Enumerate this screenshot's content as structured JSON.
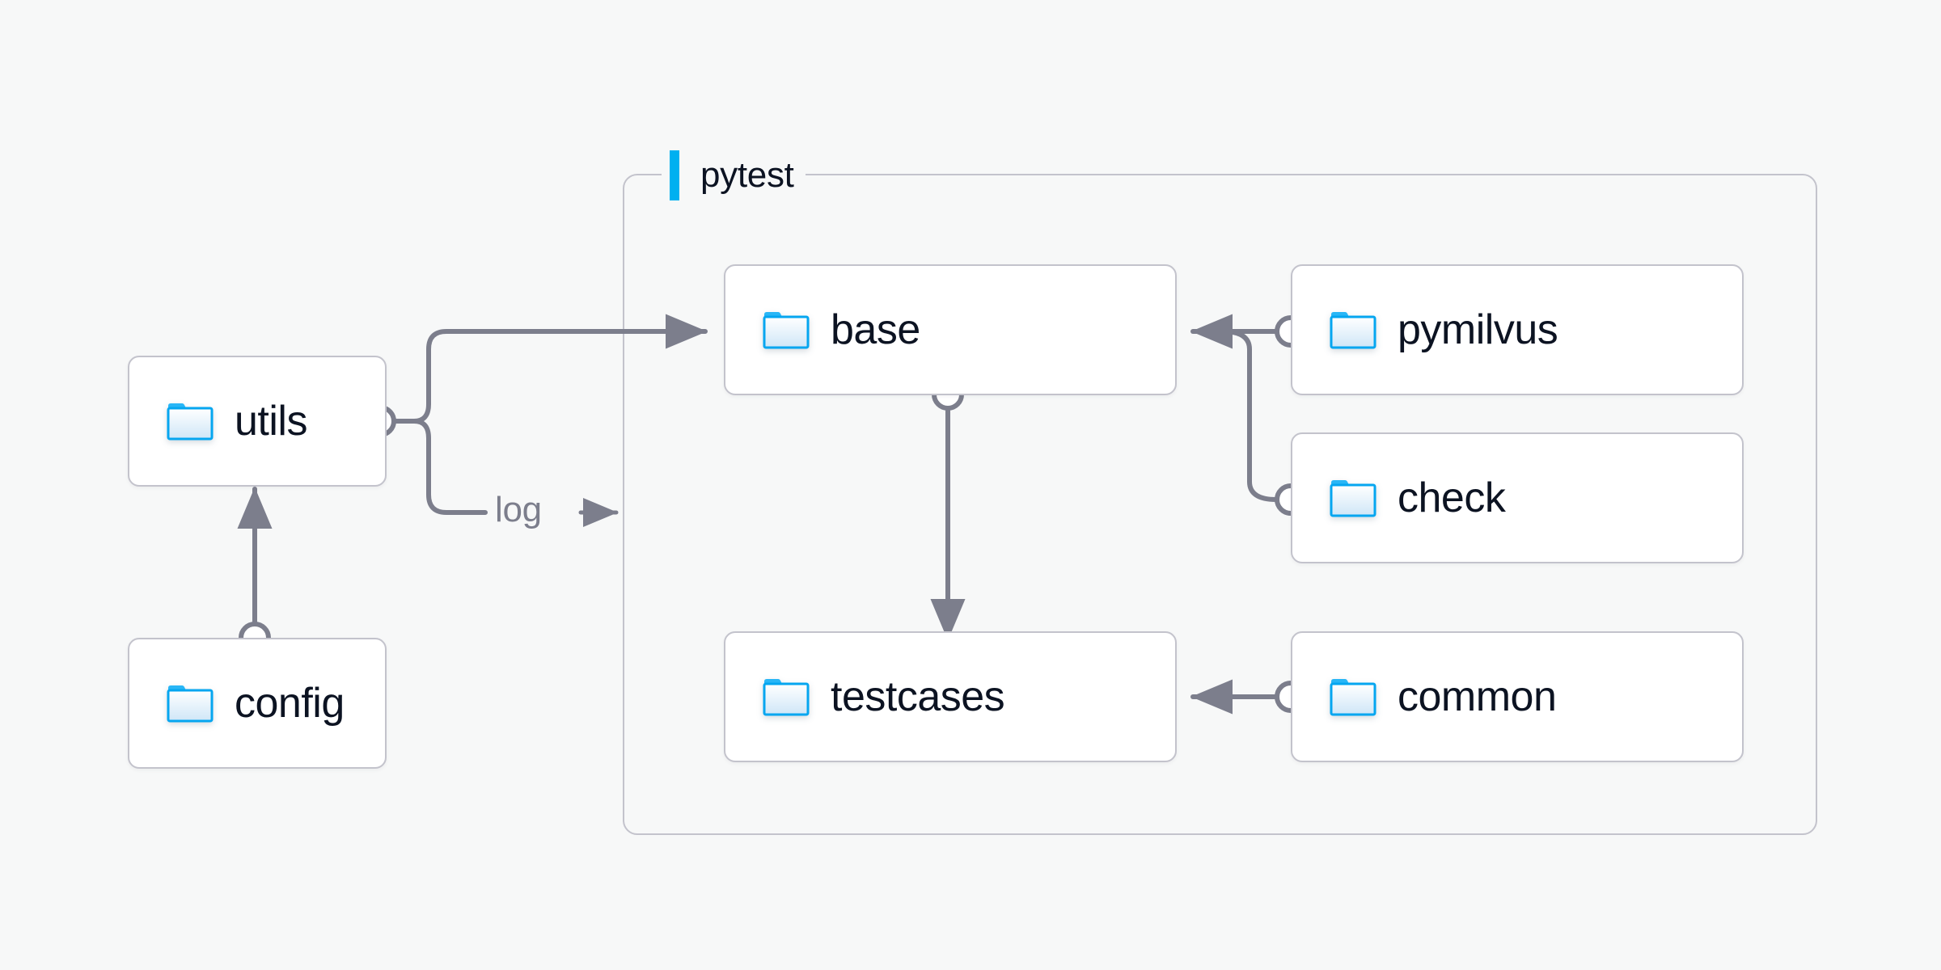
{
  "diagram": {
    "title_group": {
      "label": "pytest",
      "accent_color": "#00b0f0"
    },
    "background_color": "#f7f8f8",
    "node_border_color": "#c3c3cc",
    "node_fill_color": "#ffffff",
    "node_text_color": "#0c1322",
    "connector_color": "#7c7e8c",
    "folder_icon_color": "#29b6f6",
    "nodes": [
      {
        "id": "utils",
        "label": "utils",
        "icon": "folder-icon"
      },
      {
        "id": "config",
        "label": "config",
        "icon": "folder-icon"
      },
      {
        "id": "base",
        "label": "base",
        "icon": "folder-icon"
      },
      {
        "id": "testcases",
        "label": "testcases",
        "icon": "folder-icon"
      },
      {
        "id": "pymilvus",
        "label": "pymilvus",
        "icon": "folder-icon"
      },
      {
        "id": "check",
        "label": "check",
        "icon": "folder-icon"
      },
      {
        "id": "common",
        "label": "common",
        "icon": "folder-icon"
      }
    ],
    "edges": [
      {
        "from": "config",
        "to": "utils",
        "label": ""
      },
      {
        "from": "utils",
        "to": "base",
        "label": ""
      },
      {
        "from": "utils",
        "to": "pytest",
        "label": "log"
      },
      {
        "from": "base",
        "to": "testcases",
        "label": ""
      },
      {
        "from": "pymilvus",
        "to": "base",
        "label": ""
      },
      {
        "from": "check",
        "to": "base",
        "label": ""
      },
      {
        "from": "common",
        "to": "testcases",
        "label": ""
      }
    ],
    "edge_labels": {
      "log": "log"
    }
  }
}
